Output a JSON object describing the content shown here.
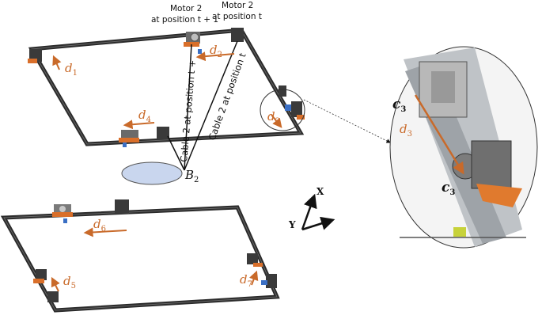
{
  "labels": {
    "motor_new": [
      "Motor 2",
      "at position t + 1"
    ],
    "motor_old": [
      "Motor 2",
      "at position t"
    ],
    "cable_new": "Cable 2 at position t +",
    "cable_old": "Cable 2 at position t",
    "b2": "B",
    "b2_sub": "2",
    "axis_x": "X",
    "axis_y": "Y",
    "d1": "d",
    "d1_sub": "1",
    "d2": "d",
    "d2_sub": "2",
    "d3": "d",
    "d3_sub": "3",
    "d4": "d",
    "d4_sub": "4",
    "d5": "d",
    "d5_sub": "5",
    "d6": "d",
    "d6_sub": "6",
    "d7": "d",
    "d7_sub": "7",
    "zoom_c_top": "c",
    "zoom_c_top_sub": "3",
    "zoom_d": "d",
    "zoom_d_sub": "3",
    "zoom_c_bottom": "c",
    "zoom_c_bottom_sub": "3"
  },
  "colors": {
    "frame": "#2b2b2b",
    "accent": "#c96a2a",
    "platform_fill": "#c9d6ee",
    "motor": "#8a8a8a"
  }
}
